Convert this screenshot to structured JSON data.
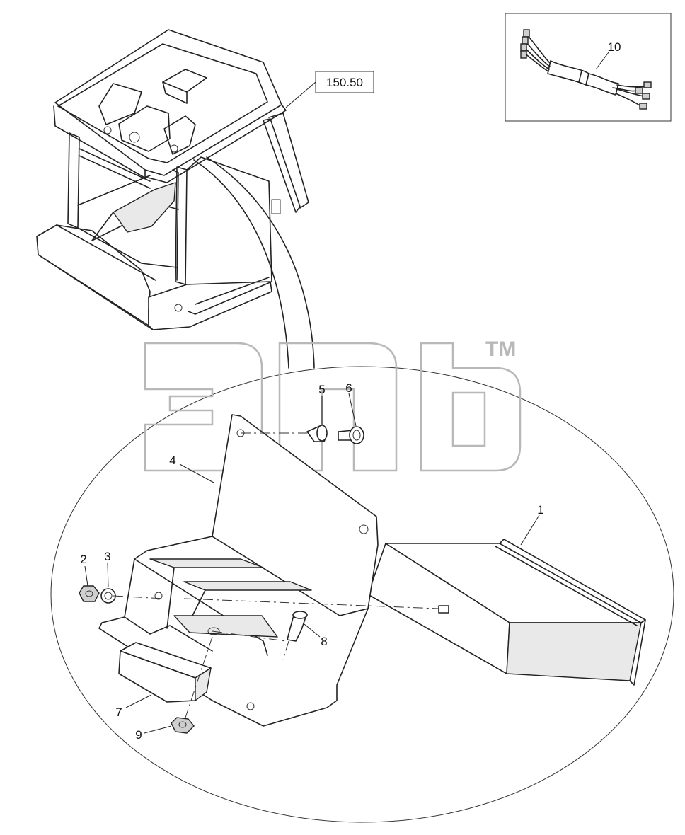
{
  "reference": {
    "label": "150.50"
  },
  "callouts": [
    {
      "id": "1",
      "label": "1"
    },
    {
      "id": "2",
      "label": "2"
    },
    {
      "id": "3",
      "label": "3"
    },
    {
      "id": "4",
      "label": "4"
    },
    {
      "id": "5",
      "label": "5"
    },
    {
      "id": "6",
      "label": "6"
    },
    {
      "id": "7",
      "label": "7"
    },
    {
      "id": "8",
      "label": "8"
    },
    {
      "id": "9",
      "label": "9"
    },
    {
      "id": "10",
      "label": "10"
    }
  ],
  "watermark": {
    "trademark": "TM"
  },
  "colors": {
    "line": "#222222",
    "watermark": "#b8b8b8",
    "background": "#ffffff"
  },
  "icons": [
    "cab-frame-drawing",
    "wire-harness-drawing",
    "radio-unit-drawing",
    "bracket-drawing",
    "nut-drawing",
    "washer-drawing",
    "screw-drawing",
    "box-drawing"
  ]
}
